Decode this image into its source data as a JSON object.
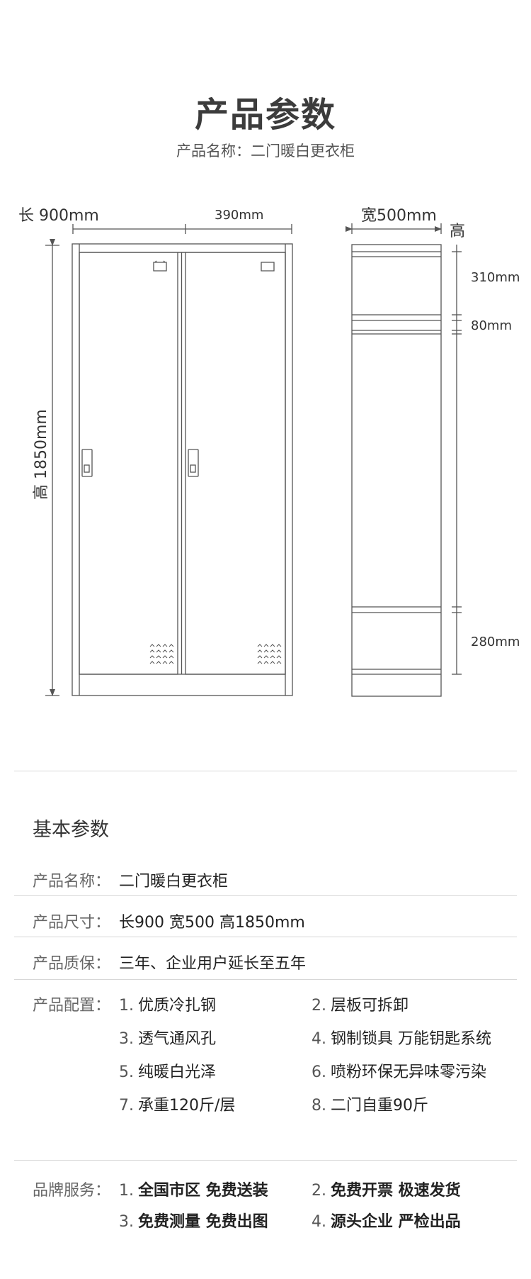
{
  "header": {
    "title": "产品参数",
    "subtitle": "产品名称：二门暖白更衣柜"
  },
  "drawing": {
    "front_length": "长 900mm",
    "door_width": "390mm",
    "front_height": "高 1850mm",
    "side_width": "宽500mm",
    "side_height_label": "高",
    "seg_top": "310mm",
    "seg_mid": "80mm",
    "seg_bottom": "280mm"
  },
  "params": {
    "section_title": "基本参数",
    "rows": [
      {
        "label": "产品名称：",
        "value": "二门暖白更衣柜"
      },
      {
        "label": "产品尺寸：",
        "value": "长900 宽500 高1850mm"
      },
      {
        "label": "产品质保：",
        "value": "三年、企业用户延长至五年"
      }
    ],
    "config_label": "产品配置：",
    "config_items": [
      {
        "num": "1.",
        "text": "优质冷扎钢"
      },
      {
        "num": "2.",
        "text": "层板可拆卸"
      },
      {
        "num": "3.",
        "text": "透气通风孔"
      },
      {
        "num": "4.",
        "text": "钢制锁具 万能钥匙系统"
      },
      {
        "num": "5.",
        "text": "纯暖白光泽"
      },
      {
        "num": "6.",
        "text": "喷粉环保无异味零污染"
      },
      {
        "num": "7.",
        "text": "承重120斤/层"
      },
      {
        "num": "8.",
        "text": "二门自重90斤"
      }
    ],
    "service_label": "品牌服务：",
    "service_items": [
      {
        "num": "1.",
        "text": "全国市区 免费送装"
      },
      {
        "num": "2.",
        "text": "免费开票 极速发货"
      },
      {
        "num": "3.",
        "text": "免费测量 免费出图"
      },
      {
        "num": "4.",
        "text": "源头企业 严检出品"
      }
    ]
  }
}
